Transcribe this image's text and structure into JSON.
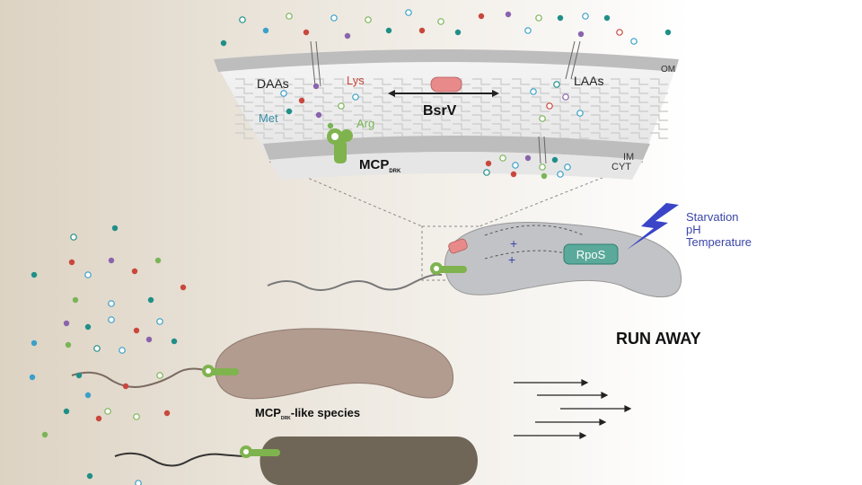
{
  "labels": {
    "om": "OM",
    "im": "IM",
    "cyt": "CYT",
    "daas": "DAAs",
    "laas": "LAAs",
    "lys": "Lys",
    "met": "Met",
    "arg": "Arg",
    "bsrv": "BsrV",
    "mcp_main": "MCP",
    "mcp_sub": "DRK",
    "rpos": "RpoS",
    "plus": "+",
    "stress": [
      "Starvation",
      "pH",
      "Temperature"
    ],
    "run_away": "RUN AWAY",
    "species_main": "MCP",
    "species_sub": "DRK",
    "species_suffix": "-like species"
  },
  "colors": {
    "lys": "#c9473c",
    "met": "#3a8fa6",
    "arg": "#79b556",
    "stress": "#3b45a8",
    "bolt": "#3b45c8",
    "receptor": "#7fb34e",
    "bsrv": "#e88a8a",
    "rpos": "#5aa99a",
    "cell_gray": "#c2c3c6",
    "cell_tan": "#b29b8f",
    "cell_dark": "#6f6657",
    "dot_teal": "#1f8f88",
    "dot_red": "#c9473c",
    "dot_purple": "#8a63ad",
    "dot_green": "#79b556",
    "dot_blue": "#3aa0c8"
  }
}
